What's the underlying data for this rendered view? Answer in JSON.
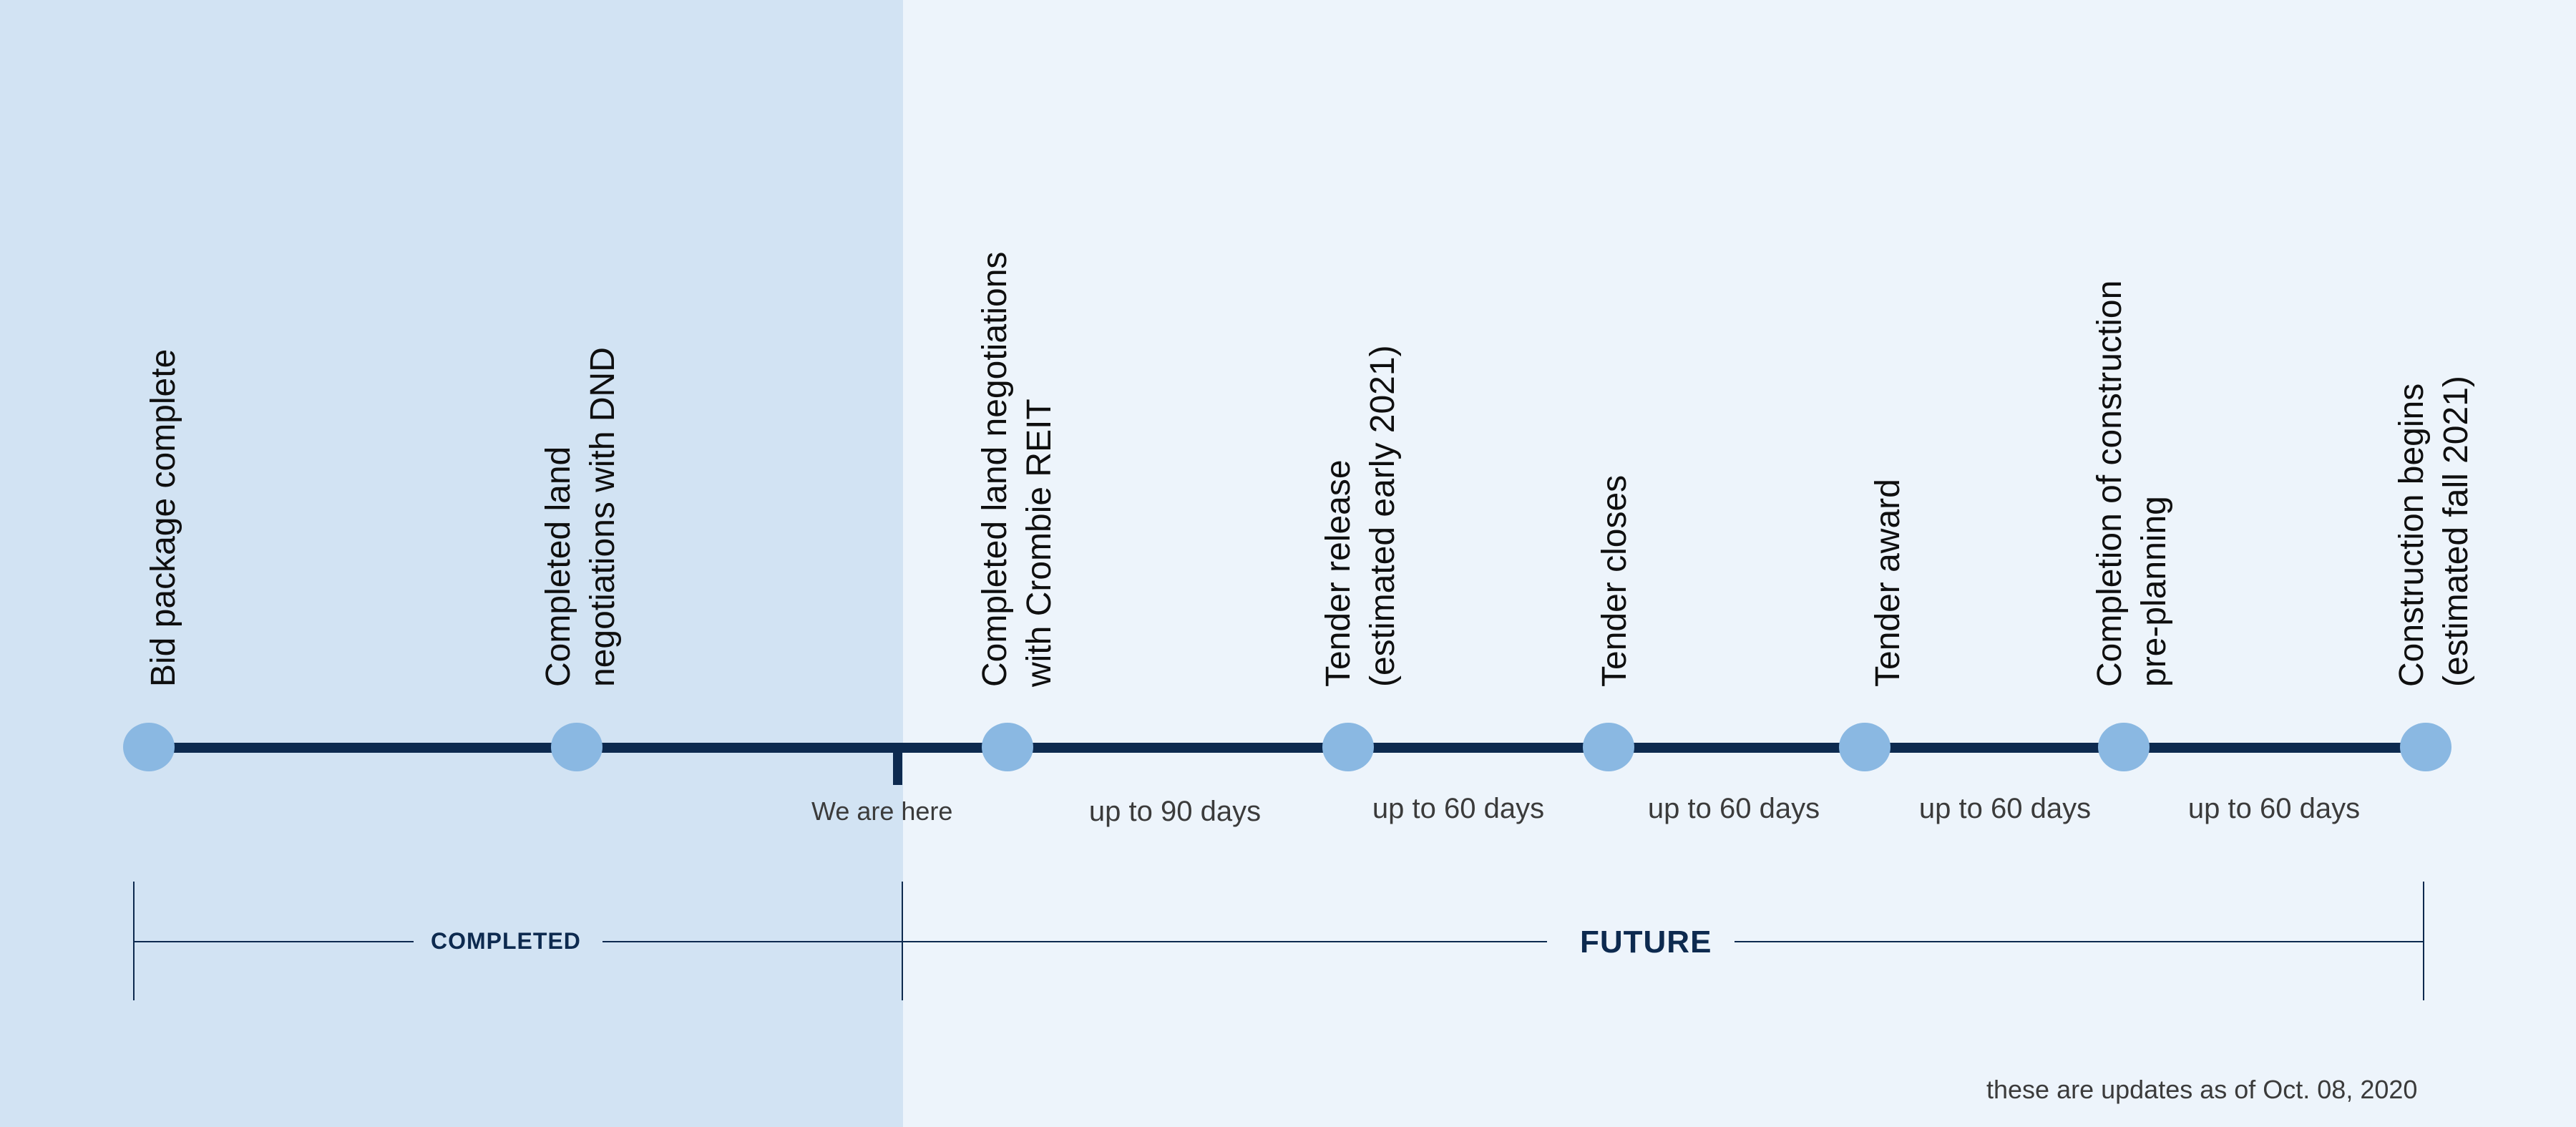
{
  "colors": {
    "completed_background": "#d2e3f3",
    "future_background": "#edf4fb",
    "timeline_line": "#0d2a4f",
    "milestone_dot": "#8ab8e2",
    "bracket_line": "#0d2a4f"
  },
  "milestones": [
    {
      "label": "Bid package complete"
    },
    {
      "label": "Completed land\nnegotiations with DND"
    },
    {
      "label": "Completed land negotiations\nwith Crombie REIT"
    },
    {
      "label": "Tender release\n(estimated early 2021)"
    },
    {
      "label": "Tender closes"
    },
    {
      "label": "Tender award"
    },
    {
      "label": "Completion of construction\npre-planning"
    },
    {
      "label": "Construction begins\n(estimated fall 2021)"
    }
  ],
  "durations": [
    "up to 90 days",
    "up to 60 days",
    "up to 60 days",
    "up to 60 days",
    "up to 60 days"
  ],
  "current_marker": {
    "label": "We are here"
  },
  "phases": {
    "completed": "COMPLETED",
    "future": "FUTURE"
  },
  "footnote": "these are updates as of Oct. 08, 2020"
}
